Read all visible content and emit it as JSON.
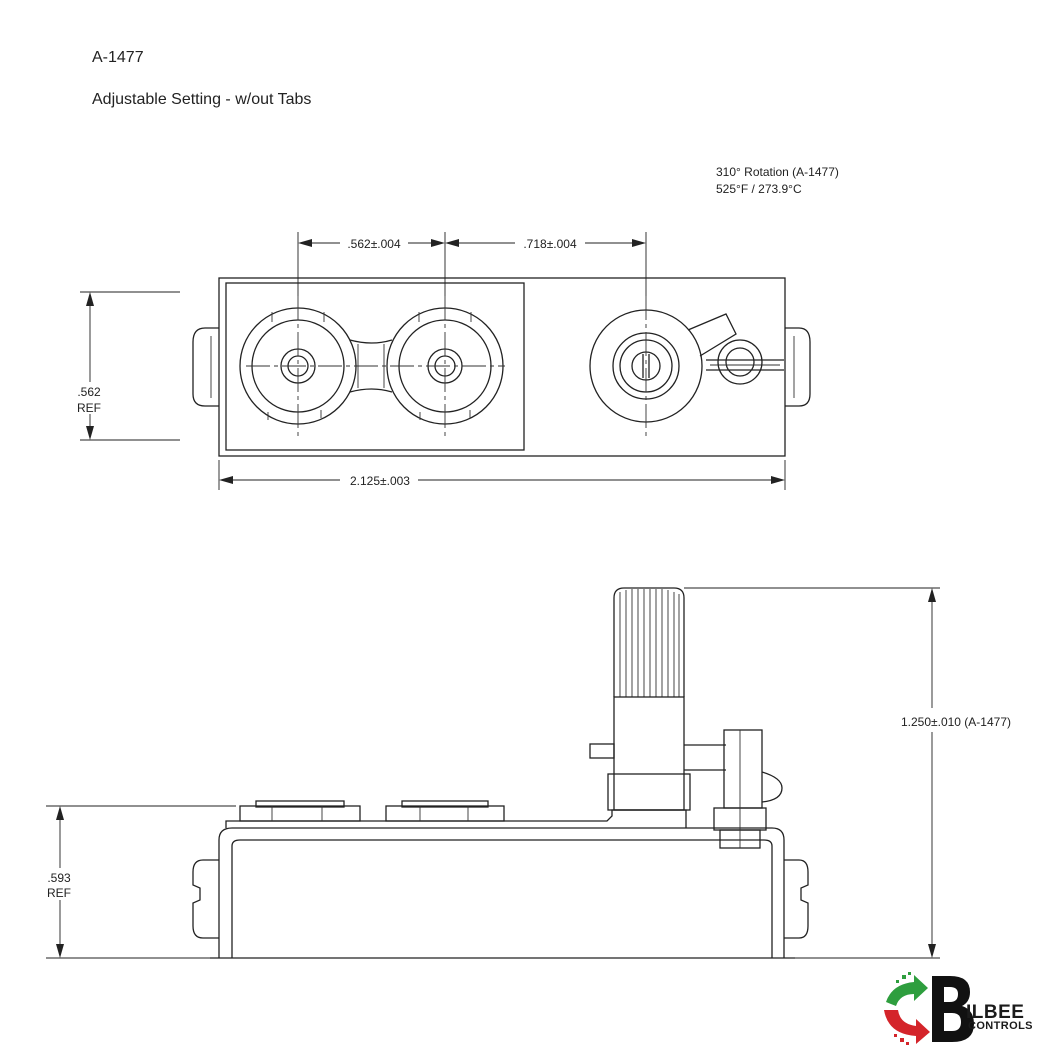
{
  "header": {
    "part_number": "A-1477",
    "subtitle": "Adjustable Setting - w/out Tabs"
  },
  "notes": {
    "rotation": "310° Rotation (A-1477)",
    "temperature": "525°F / 273.9°C"
  },
  "dimensions": {
    "spacing_a": ".562±.004",
    "spacing_b": ".718±.004",
    "width_ref_value": ".562",
    "width_ref_suffix": "REF",
    "overall_length": "2.125±.003",
    "height_ref_value": ".593",
    "height_ref_suffix": "REF",
    "overall_height": "1.250±.010 (A-1477)"
  },
  "logo": {
    "name_b": "ILBEE",
    "name_c": "CONTROLS",
    "colors": {
      "green": "#2e9e3e",
      "red": "#d4242a",
      "black": "#111111"
    }
  }
}
